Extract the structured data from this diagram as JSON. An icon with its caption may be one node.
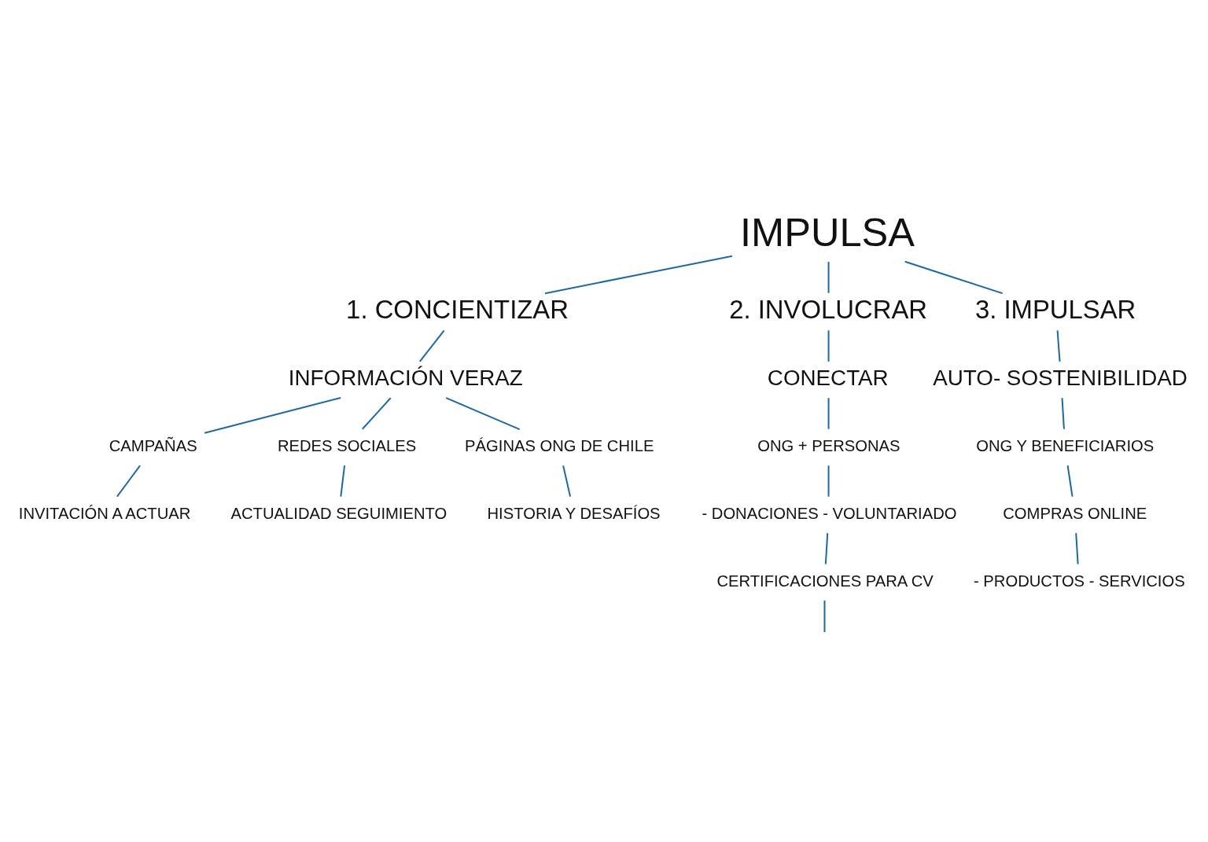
{
  "diagram": {
    "nodes": [
      {
        "text": [
          "IMPULSA"
        ]
      },
      {
        "text": [
          "1. CONCIENTIZAR"
        ]
      },
      {
        "text": [
          "2. INVOLUCRAR"
        ]
      },
      {
        "text": [
          "3. IMPULSAR"
        ]
      },
      {
        "text": [
          "INFORMACIÓN VERAZ"
        ]
      },
      {
        "text": [
          "CONECTAR"
        ]
      },
      {
        "text": [
          "AUTO- SOSTENIBILIDAD"
        ]
      },
      {
        "text": [
          "CAMPAÑAS"
        ]
      },
      {
        "text": [
          "REDES SOCIALES"
        ]
      },
      {
        "text": [
          "PÁGINAS ONG DE CHILE"
        ]
      },
      {
        "text": [
          "ONG + PERSONAS"
        ]
      },
      {
        "text": [
          "ONG Y BENEFICIARIOS"
        ]
      },
      {
        "text": [
          "INVITACIÓN A ACTUAR"
        ]
      },
      {
        "text": [
          "ACTUALIDAD SEGUIMIENTO"
        ]
      },
      {
        "text": [
          "HISTORIA Y DESAFÍOS"
        ]
      },
      {
        "text": [
          "- DONACIONES - VOLUNTARIADO"
        ]
      },
      {
        "text": [
          "COMPRAS ONLINE"
        ]
      },
      {
        "text": [
          "CERTIFICACIONES PARA CV"
        ]
      },
      {
        "text": [
          "- PRODUCTOS - SERVICIOS"
        ]
      }
    ],
    "edges": [
      {
        "from": 0,
        "to": 1,
        "arrow": "none"
      },
      {
        "from": 0,
        "to": 2,
        "arrow": "none"
      },
      {
        "from": 0,
        "to": 3,
        "arrow": "none"
      },
      {
        "from": 1,
        "to": 4,
        "arrow": "none"
      },
      {
        "from": 2,
        "to": 5,
        "arrow": "none"
      },
      {
        "from": 3,
        "to": 6,
        "arrow": "none"
      },
      {
        "from": 4,
        "to": 7,
        "arrow": "none"
      },
      {
        "from": 4,
        "to": 8,
        "arrow": "none"
      },
      {
        "from": 4,
        "to": 9,
        "arrow": "none"
      },
      {
        "from": 5,
        "to": 10,
        "arrow": "none"
      },
      {
        "from": 6,
        "to": 11,
        "arrow": "none"
      },
      {
        "from": 7,
        "to": 12,
        "arrow": "none"
      },
      {
        "from": 8,
        "to": 13,
        "arrow": "none"
      },
      {
        "from": 9,
        "to": 14,
        "arrow": "none"
      },
      {
        "from": 10,
        "to": 15,
        "arrow": "none"
      },
      {
        "from": 11,
        "to": 16,
        "arrow": "none"
      },
      {
        "from": 15,
        "to": 17,
        "arrow": "none"
      },
      {
        "from": 17,
        "to": null,
        "arrow": "none"
      },
      {
        "from": 16,
        "to": 18,
        "arrow": "none"
      }
    ]
  }
}
